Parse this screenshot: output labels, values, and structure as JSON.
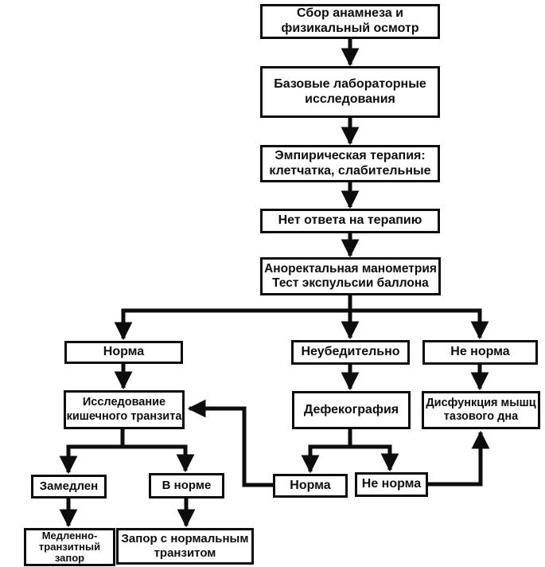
{
  "flowchart": {
    "description": "Diagnostic flowchart (Russian) for chronic constipation work-up",
    "nodes": {
      "history": {
        "label": "Сбор анамнеза и\nфизикальный осмотр"
      },
      "labs": {
        "label": "Базовые лабораторные\nисследования"
      },
      "empiric_therapy": {
        "label": "Эмпирическая терапия:\nклетчатка, слабительные"
      },
      "no_response": {
        "label": "Нет ответа на терапию"
      },
      "manometry": {
        "label": "Аноректальная манометрия\nТест экспульсии баллона"
      },
      "result_normal": {
        "label": "Норма"
      },
      "result_inconclusive": {
        "label": "Неубедительно"
      },
      "result_abnormal": {
        "label": "Не норма"
      },
      "transit_study": {
        "label": "Исследование\nкишечного транзита"
      },
      "defecography": {
        "label": "Дефекография"
      },
      "pelvic_floor_dysfunction": {
        "label": "Дисфункция мышц\nтазового дна"
      },
      "transit_slowed": {
        "label": "Замедлен"
      },
      "transit_normal": {
        "label": "В норме"
      },
      "defecography_normal": {
        "label": "Норма"
      },
      "defecography_abnormal": {
        "label": "Не норма"
      },
      "slow_transit_constipation": {
        "label": "Медленно-\nтранзитный\nзапор"
      },
      "normal_transit_constipation": {
        "label": "Запор с нормальным\nтранзитом"
      }
    },
    "edges": [
      {
        "from": "history",
        "to": "labs"
      },
      {
        "from": "labs",
        "to": "empiric_therapy"
      },
      {
        "from": "empiric_therapy",
        "to": "no_response"
      },
      {
        "from": "no_response",
        "to": "manometry"
      },
      {
        "from": "manometry",
        "to": "result_normal"
      },
      {
        "from": "manometry",
        "to": "result_inconclusive"
      },
      {
        "from": "manometry",
        "to": "result_abnormal"
      },
      {
        "from": "result_normal",
        "to": "transit_study"
      },
      {
        "from": "result_inconclusive",
        "to": "defecography"
      },
      {
        "from": "result_abnormal",
        "to": "pelvic_floor_dysfunction"
      },
      {
        "from": "transit_study",
        "to": "transit_slowed"
      },
      {
        "from": "transit_study",
        "to": "transit_normal"
      },
      {
        "from": "transit_slowed",
        "to": "slow_transit_constipation"
      },
      {
        "from": "transit_normal",
        "to": "normal_transit_constipation"
      },
      {
        "from": "defecography",
        "to": "defecography_normal"
      },
      {
        "from": "defecography",
        "to": "defecography_abnormal"
      },
      {
        "from": "defecography_normal",
        "to": "transit_study"
      },
      {
        "from": "defecography_abnormal",
        "to": "pelvic_floor_dysfunction"
      }
    ]
  },
  "colors": {
    "background": "#ffffff",
    "box_fill": "#ffffff",
    "box_border": "#0d0d0d",
    "line": "#0d0d0d",
    "text": "#0d0d0d"
  }
}
